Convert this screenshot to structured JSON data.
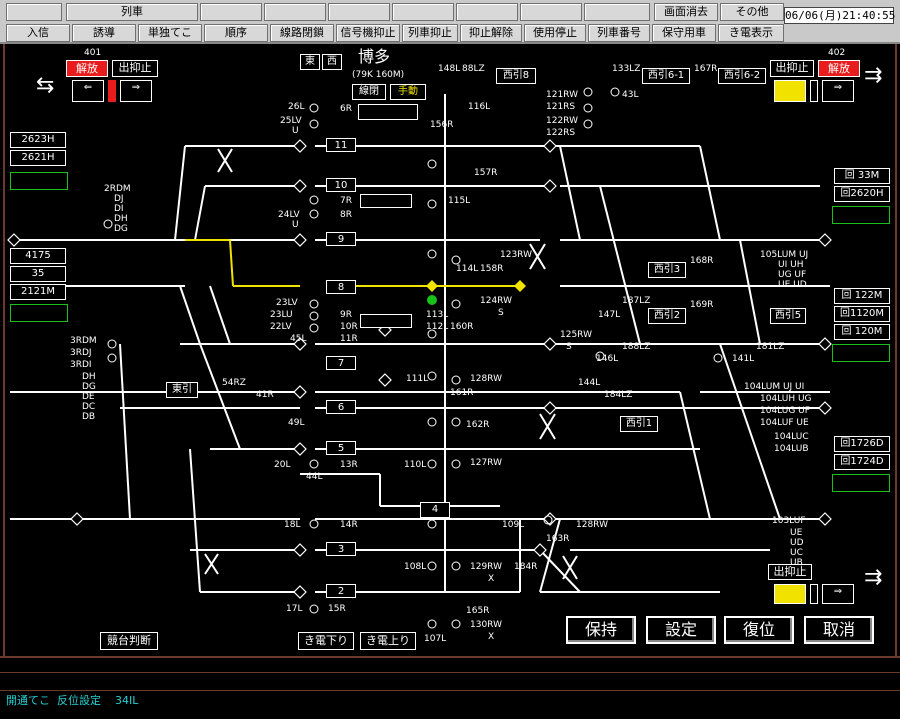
{
  "menu": {
    "row1": {
      "train": "列車",
      "clear_screen": "画面消去",
      "other": "その他",
      "clock": "06/06(月)21:40:55"
    },
    "row2": [
      "入信",
      "誘導",
      "単独てこ",
      "順序",
      "線路閉鎖",
      "信号機抑止",
      "列車抑止",
      "抑止解除",
      "使用停止",
      "列車番号",
      "保守用車",
      "き電表示"
    ]
  },
  "station": {
    "east": "東",
    "west": "西",
    "name": "博多",
    "km": "(79K 160M)",
    "route_lock": "線閉",
    "manual": "手動"
  },
  "left_panel": {
    "num": "401",
    "release": "解放",
    "exit_stop": "出抑止",
    "t1": "2623H",
    "t2": "2621H",
    "t3": "4175",
    "t4": "35",
    "t5": "2121M"
  },
  "right_panel": {
    "num": "402",
    "release": "解放",
    "exit_stop": "出抑止",
    "t1": "回 33M",
    "t2": "回2620H",
    "t3": "回 122M",
    "t4": "回1120M",
    "t5": "回 120M",
    "t6": "回1726D",
    "t7": "回1724D",
    "exit_stop2": "出抑止"
  },
  "tracks": [
    "11",
    "10",
    "9",
    "8",
    "7",
    "6",
    "5",
    "4",
    "3",
    "2"
  ],
  "sidings": {
    "higashi": "東引",
    "nishi8": "西引8",
    "nishi61": "西引6-1",
    "nishi62": "西引6-2",
    "nishi3": "西引3",
    "nishi2": "西引2",
    "nishi5": "西引5",
    "nishi1": "西引1"
  },
  "labels": {
    "l26L": "26L",
    "l6R": "6R",
    "l25LV": "25LV",
    "lU1": "U",
    "l2RDM": "2RDM",
    "lDJ": "DJ",
    "lDI": "DI",
    "lDH": "DH",
    "lDG": "DG",
    "l7R": "7R",
    "l24LV": "24LV",
    "lU2": "U",
    "l8R": "8R",
    "l23LV": "23LV",
    "l9R": "9R",
    "l23LU": "23LU",
    "l22LV": "22LV",
    "l10R": "10R",
    "l45L": "45L",
    "l11R": "11R",
    "l3RDM": "3RDM",
    "l3RDJ": "3RDJ",
    "l3RDI": "3RDI",
    "lDH2": "DH",
    "lDG2": "DG",
    "lDE": "DE",
    "lDC": "DC",
    "lDB": "DB",
    "l54RZ": "54RZ",
    "l41R": "41R",
    "l49L": "49L",
    "l20L": "20L",
    "l13R": "13R",
    "l44L": "44L",
    "l18L": "18L",
    "l14R": "14R",
    "l17L": "17L",
    "l15R": "15R",
    "l148L": "148L",
    "l88LZ": "88LZ",
    "l116L": "116L",
    "l156R": "156R",
    "l157R": "157R",
    "l115L": "115L",
    "l121RW": "121RW",
    "l121RS": "121RS",
    "l122RW": "122RW",
    "l122RS": "122RS",
    "l133LZ": "133LZ",
    "l167R": "167R",
    "l43L": "43L",
    "l123RW": "123RW",
    "l114L": "114L",
    "l158R": "158R",
    "l113L": "113L",
    "l124RW": "124RW",
    "lS1": "S",
    "l112L": "112L",
    "l160R": "160R",
    "l125RW": "125RW",
    "lS2": "S",
    "l111L": "111L",
    "l128RW": "128RW",
    "l161R": "161R",
    "l162R": "162R",
    "l110L": "110L",
    "l127RW": "127RW",
    "l109L": "109L",
    "l128RW2": "128RW",
    "l163R": "163R",
    "l108L": "108L",
    "l129RW": "129RW",
    "lX1": "X",
    "l184R": "184R",
    "l165R": "165R",
    "l107L": "107L",
    "l130RW": "130RW",
    "lX2": "X",
    "l168R": "168R",
    "l169R": "169R",
    "l187LZ": "187LZ",
    "l147L": "147L",
    "l188LZ": "188LZ",
    "l146L": "146L",
    "l181LZ": "181LZ",
    "l141L": "141L",
    "l144L": "144L",
    "l184LZ": "184LZ",
    "l105LUM": "105LUM UJ",
    "lUIUH": "UI UH",
    "lUGUF": "UG UF",
    "lUEUD": "UE UD",
    "l104LUM": "104LUM UJ UI",
    "l104LUH": "104LUH UG",
    "l104LUG": "104LUG UF",
    "l104LUF": "104LUF UE",
    "l104LUC": "104LUC",
    "l104LUB": "104LUB",
    "l103LUF": "103LUF",
    "lUE": "UE",
    "lUD": "UD",
    "lUC": "UC",
    "lUB": "UB"
  },
  "buttons": {
    "kyodai": "競台判断",
    "kiden_down": "き電下り",
    "kiden_up": "き電上り",
    "hold": "保持",
    "set": "設定",
    "restore": "復位",
    "cancel": "取消"
  },
  "status": {
    "text": "開通てこ  反位設定    34IL"
  }
}
